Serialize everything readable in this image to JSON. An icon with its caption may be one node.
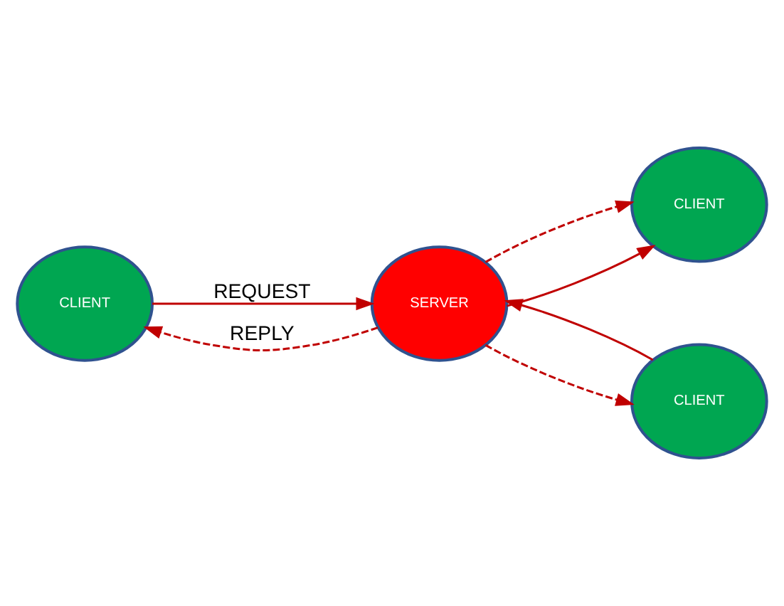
{
  "diagram": {
    "nodes": [
      {
        "text": [
          "CLIENT"
        ]
      },
      {
        "text": [
          "SERVER"
        ]
      },
      {
        "text": [
          "CLIENT"
        ]
      },
      {
        "text": [
          "CLIENT"
        ]
      }
    ],
    "edges": [
      {
        "from": 0,
        "to": 1,
        "arrow": "to",
        "label": "REQUEST"
      },
      {
        "from": 1,
        "to": 0,
        "arrow": "to",
        "label": "REPLY",
        "style": "dashed"
      },
      {
        "from": 1,
        "to": 2,
        "arrow": "to"
      },
      {
        "from": 1,
        "to": 2,
        "arrow": "to",
        "style": "dashed"
      },
      {
        "from": 1,
        "to": 3,
        "arrow": "to",
        "style": "dashed"
      },
      {
        "from": 3,
        "to": 1,
        "arrow": "to"
      }
    ]
  }
}
